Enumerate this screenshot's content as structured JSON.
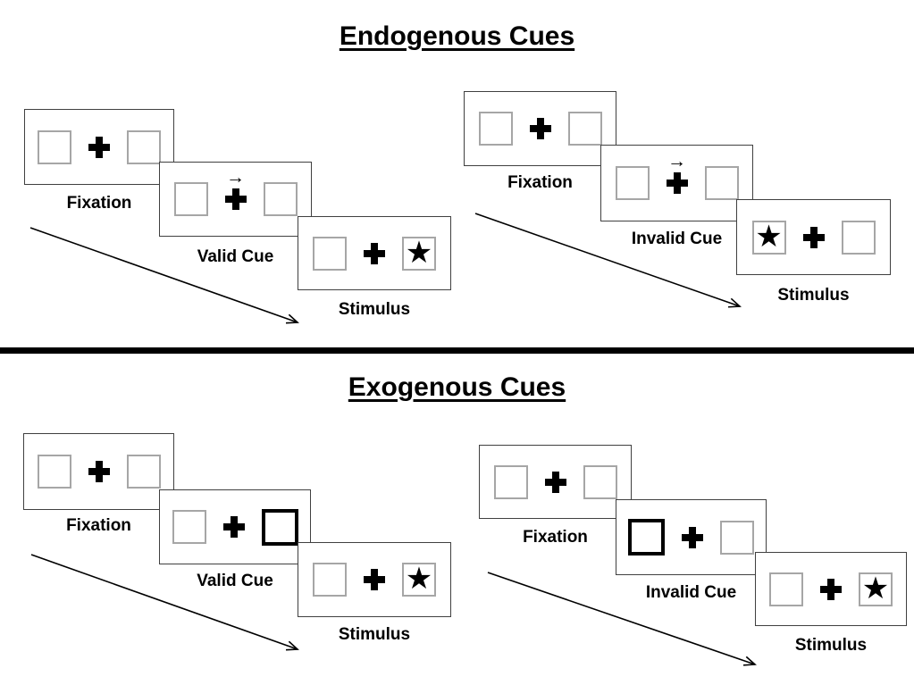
{
  "colors": {
    "background": "#ffffff",
    "ink": "#000000",
    "panel_border": "#404040",
    "square_border": "#a6a6a6"
  },
  "glyphs": {
    "star": "★",
    "cue_arrow": "→"
  },
  "sections": [
    {
      "title": "Endogenous Cues",
      "groups": [
        {
          "name": "valid",
          "steps": [
            {
              "label": "Fixation",
              "type": "fixation"
            },
            {
              "label": "Valid Cue",
              "type": "arrow-cue",
              "cue_direction": "right"
            },
            {
              "label": "Stimulus",
              "type": "stimulus",
              "star_side": "right"
            }
          ]
        },
        {
          "name": "invalid",
          "steps": [
            {
              "label": "Fixation",
              "type": "fixation"
            },
            {
              "label": "Invalid Cue",
              "type": "arrow-cue",
              "cue_direction": "right"
            },
            {
              "label": "Stimulus",
              "type": "stimulus",
              "star_side": "left"
            }
          ]
        }
      ]
    },
    {
      "title": "Exogenous Cues",
      "groups": [
        {
          "name": "valid",
          "steps": [
            {
              "label": "Fixation",
              "type": "fixation"
            },
            {
              "label": "Valid Cue",
              "type": "box-cue",
              "cue_side": "right"
            },
            {
              "label": "Stimulus",
              "type": "stimulus",
              "star_side": "right"
            }
          ]
        },
        {
          "name": "invalid",
          "steps": [
            {
              "label": "Fixation",
              "type": "fixation"
            },
            {
              "label": "Invalid Cue",
              "type": "box-cue",
              "cue_side": "left"
            },
            {
              "label": "Stimulus",
              "type": "stimulus",
              "star_side": "right"
            }
          ]
        }
      ]
    }
  ]
}
